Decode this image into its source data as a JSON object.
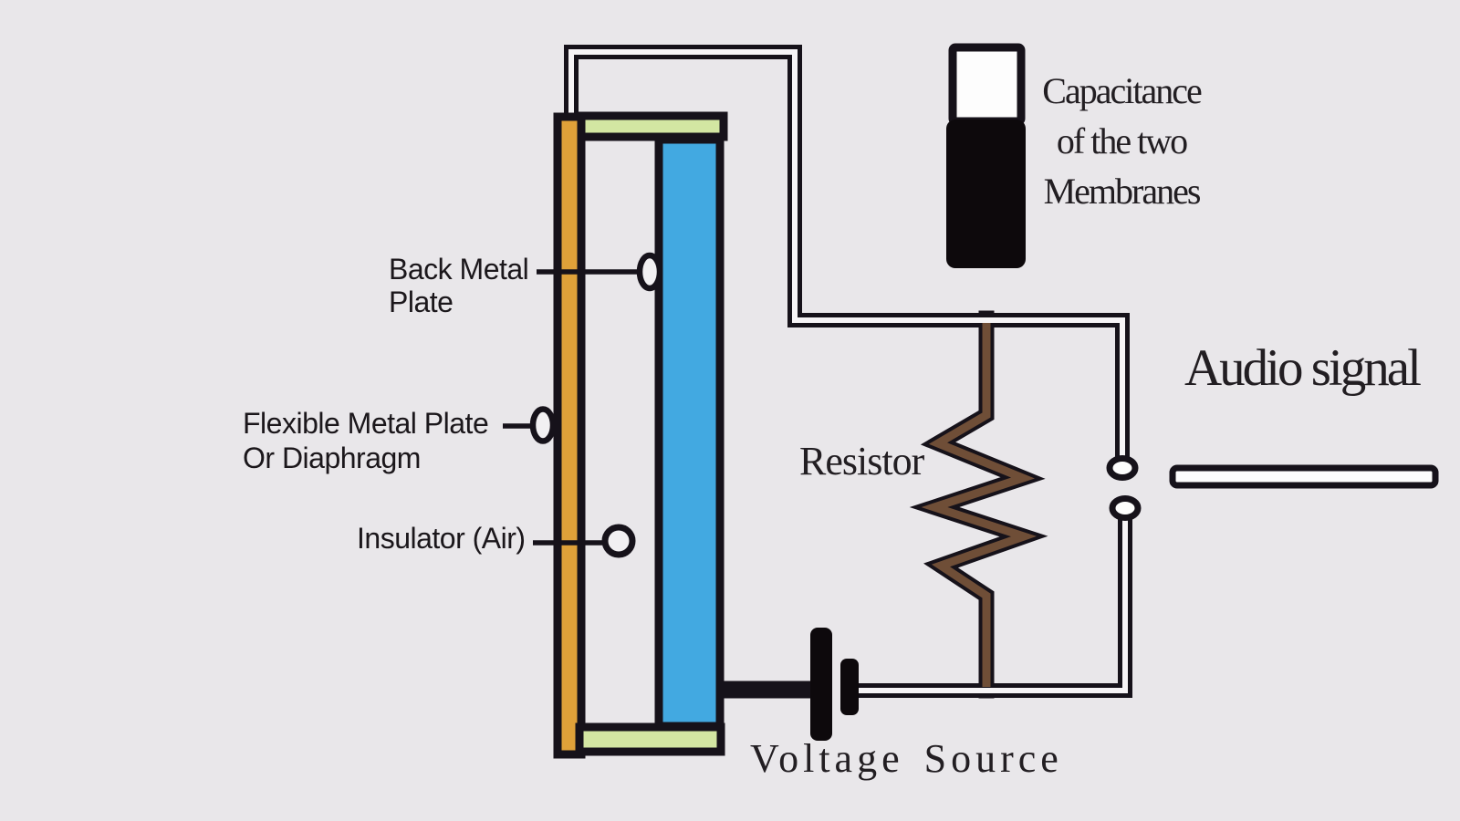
{
  "title": "Condenser microphone circuit diagram",
  "colors": {
    "background": "#e9e7ea",
    "wire_black": "#16121a",
    "wire_core": "#f6f4f6",
    "resistor_brown": "#6f4e37",
    "plate_orange": "#dfa139",
    "plate_blue": "#42a9e1",
    "cap_green": "#d3e6a2",
    "symbol_white": "#fdfdfd",
    "symbol_black": "#0d090c",
    "text_black": "#1b171b"
  },
  "labels": {
    "back_metal_plate": {
      "line1": "Back Metal",
      "line2": "Plate"
    },
    "flexible_plate": {
      "line1": "Flexible Metal Plate",
      "line2": "Or Diaphragm"
    },
    "insulator": "Insulator (Air)",
    "resistor": "Resistor",
    "capacitance": {
      "line1": "Capacitance",
      "line2": "of the two",
      "line3": "Membranes"
    },
    "audio_signal": "Audio signal",
    "voltage_source": "Voltage Source"
  }
}
